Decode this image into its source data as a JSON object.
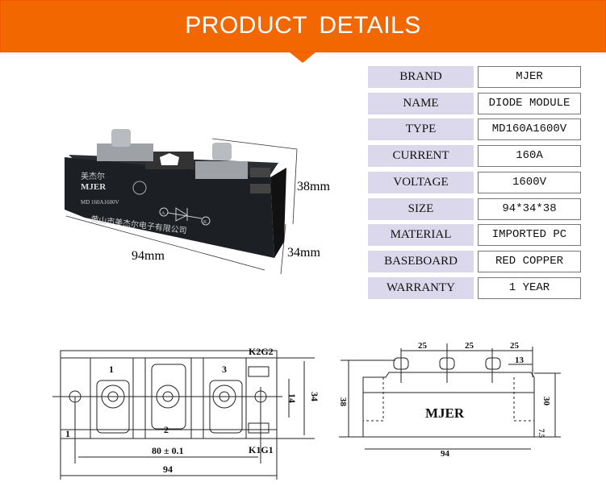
{
  "header": {
    "title": "PRODUCT DETAILS"
  },
  "specs": [
    {
      "label": "BRAND",
      "value": "MJER"
    },
    {
      "label": "NAME",
      "value": "DIODE MODULE"
    },
    {
      "label": "TYPE",
      "value": "MD160A1600V"
    },
    {
      "label": "CURRENT",
      "value": "160A"
    },
    {
      "label": "VOLTAGE",
      "value": "1600V"
    },
    {
      "label": "SIZE",
      "value": "94*34*38"
    },
    {
      "label": "MATERIAL",
      "value": "IMPORTED PC"
    },
    {
      "label": "BASEBOARD",
      "value": "RED COPPER"
    },
    {
      "label": "WARRANTY",
      "value": "1 YEAR"
    }
  ],
  "photo": {
    "brand_cn": "美杰尔",
    "brand": "MJER",
    "model": "MD 160A1600V",
    "company": "黄山市美杰尔电子有限公司",
    "anode": "A",
    "cathode": "K",
    "dim_height": "38mm",
    "dim_depth": "34mm",
    "dim_length": "94mm"
  },
  "top_drawing": {
    "terminal_1": "1",
    "terminal_2": "2",
    "terminal_3": "3",
    "k2g2": "K2G2",
    "k1g1": "K1G1",
    "corner": "1",
    "dim_14": "14",
    "dim_34": "34",
    "dim_80": "80 ± 0.1",
    "dim_94": "94"
  },
  "side_drawing": {
    "brand": "MJER",
    "pitch_1": "25",
    "pitch_2": "25",
    "pitch_3": "25",
    "dim_13": "13",
    "dim_38": "38",
    "dim_30": "30",
    "dim_7_5": "7.5",
    "dim_94": "94"
  }
}
